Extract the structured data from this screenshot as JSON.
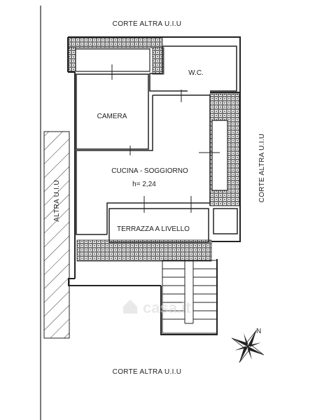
{
  "labels": {
    "top": "CORTE ALTRA U.I.U",
    "bottom": "CORTE ALTRA U.I.U",
    "right": "CORTE ALTRA U.I.U",
    "left": "ALTRA U.I.U"
  },
  "rooms": {
    "camera": "CAMERA",
    "wc": "W.C.",
    "cucina": "CUCINA - SOGGIORNO",
    "height": "h= 2,24",
    "terrazza": "TERRAZZA A LIVELLO"
  },
  "compass": {
    "north": "N"
  },
  "watermark": {
    "text": "casa.it"
  }
}
